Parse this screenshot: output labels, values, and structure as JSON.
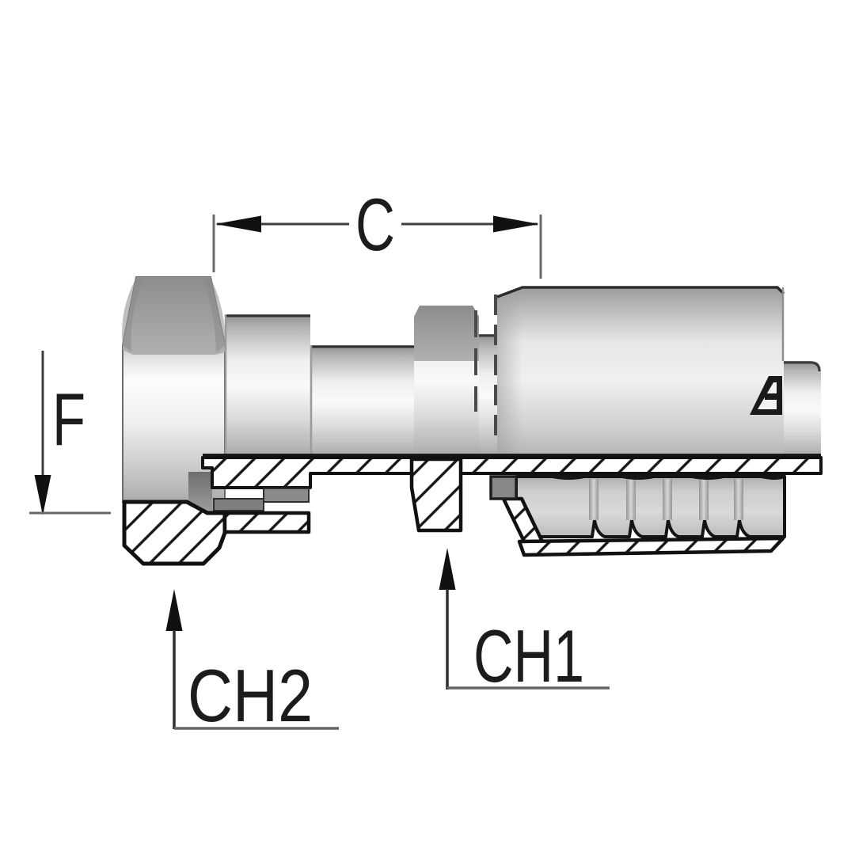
{
  "figure": {
    "type": "technical-drawing",
    "subject": "hydraulic crimp hose fitting with female swivel nut, half-section side view",
    "dimension_labels": {
      "c": "C",
      "f": "F",
      "ch1": "CH1",
      "ch2": "CH2"
    },
    "logo_icon": "stylized-a-logo",
    "colors": {
      "background": "#ffffff",
      "outline": "#141414",
      "dim_line": "#3f3f3f",
      "tick_line": "#6a6a6a",
      "metal_light": "#fafafa",
      "metal_mid": "#c9c9c9",
      "metal_dark": "#8f8f8f"
    }
  }
}
